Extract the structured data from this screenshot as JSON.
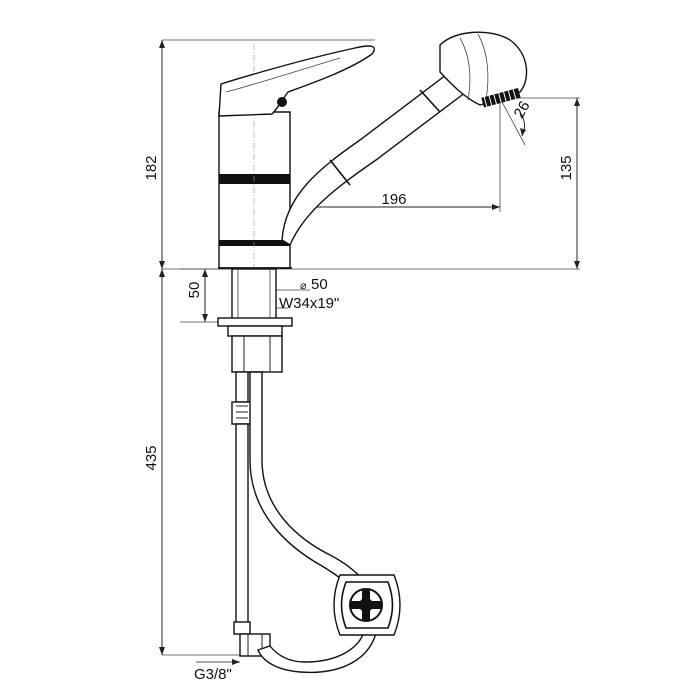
{
  "dimensions": {
    "total_height": "182",
    "mount_depth": "50",
    "hose_length": "435",
    "spray_height": "135",
    "spout_reach": "196",
    "spray_angle": "26",
    "hole_diameter": "50",
    "thread": "W34x19\"",
    "connection": "G3/8\""
  },
  "symbols": {
    "diameter": "⌀"
  },
  "colors": {
    "line": "#222222",
    "band": "#111111",
    "centerline": "#999999"
  }
}
